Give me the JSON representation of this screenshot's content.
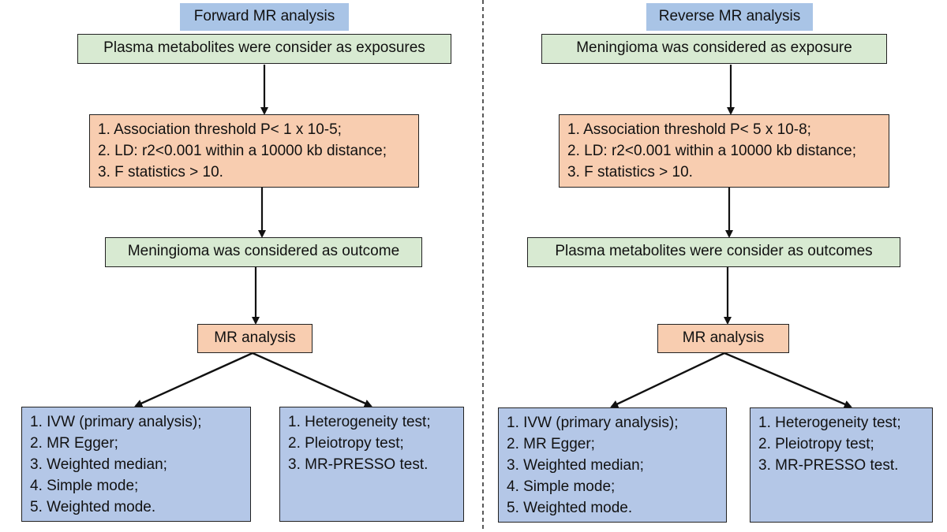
{
  "forward": {
    "title": "Forward MR analysis",
    "exposure": "Plasma metabolites were consider as exposures",
    "criteria": [
      "1. Association threshold P< 1 x 10-5;",
      "2. LD: r2<0.001 within a 10000 kb distance;",
      "3. F statistics > 10."
    ],
    "outcome": "Meningioma was considered as outcome",
    "analysis": "MR analysis",
    "methods": [
      "1. IVW (primary analysis);",
      "2. MR Egger;",
      "3. Weighted median;",
      "4. Simple mode;",
      "5. Weighted mode."
    ],
    "sensitivity": [
      "1. Heterogeneity test;",
      "2. Pleiotropy test;",
      "3. MR-PRESSO test."
    ]
  },
  "reverse": {
    "title": "Reverse MR analysis",
    "exposure": "Meningioma was considered as exposure",
    "criteria": [
      "1. Association threshold P< 5 x 10-8;",
      "2. LD: r2<0.001 within a 10000 kb distance;",
      "3. F statistics > 10."
    ],
    "outcome": "Plasma metabolites were consider as outcomes",
    "analysis": "MR analysis",
    "methods": [
      "1. IVW (primary analysis);",
      "2. MR Egger;",
      "3. Weighted median;",
      "4. Simple mode;",
      "5. Weighted mode."
    ],
    "sensitivity": [
      "1. Heterogeneity test;",
      "2. Pleiotropy test;",
      "3. MR-PRESSO test."
    ]
  },
  "colors": {
    "title_fill": "#a9c4e6",
    "step_fill": "#d8ead2",
    "criteria_fill": "#f8cdb0",
    "method_fill": "#b4c7e7",
    "arrow": "#111111"
  }
}
